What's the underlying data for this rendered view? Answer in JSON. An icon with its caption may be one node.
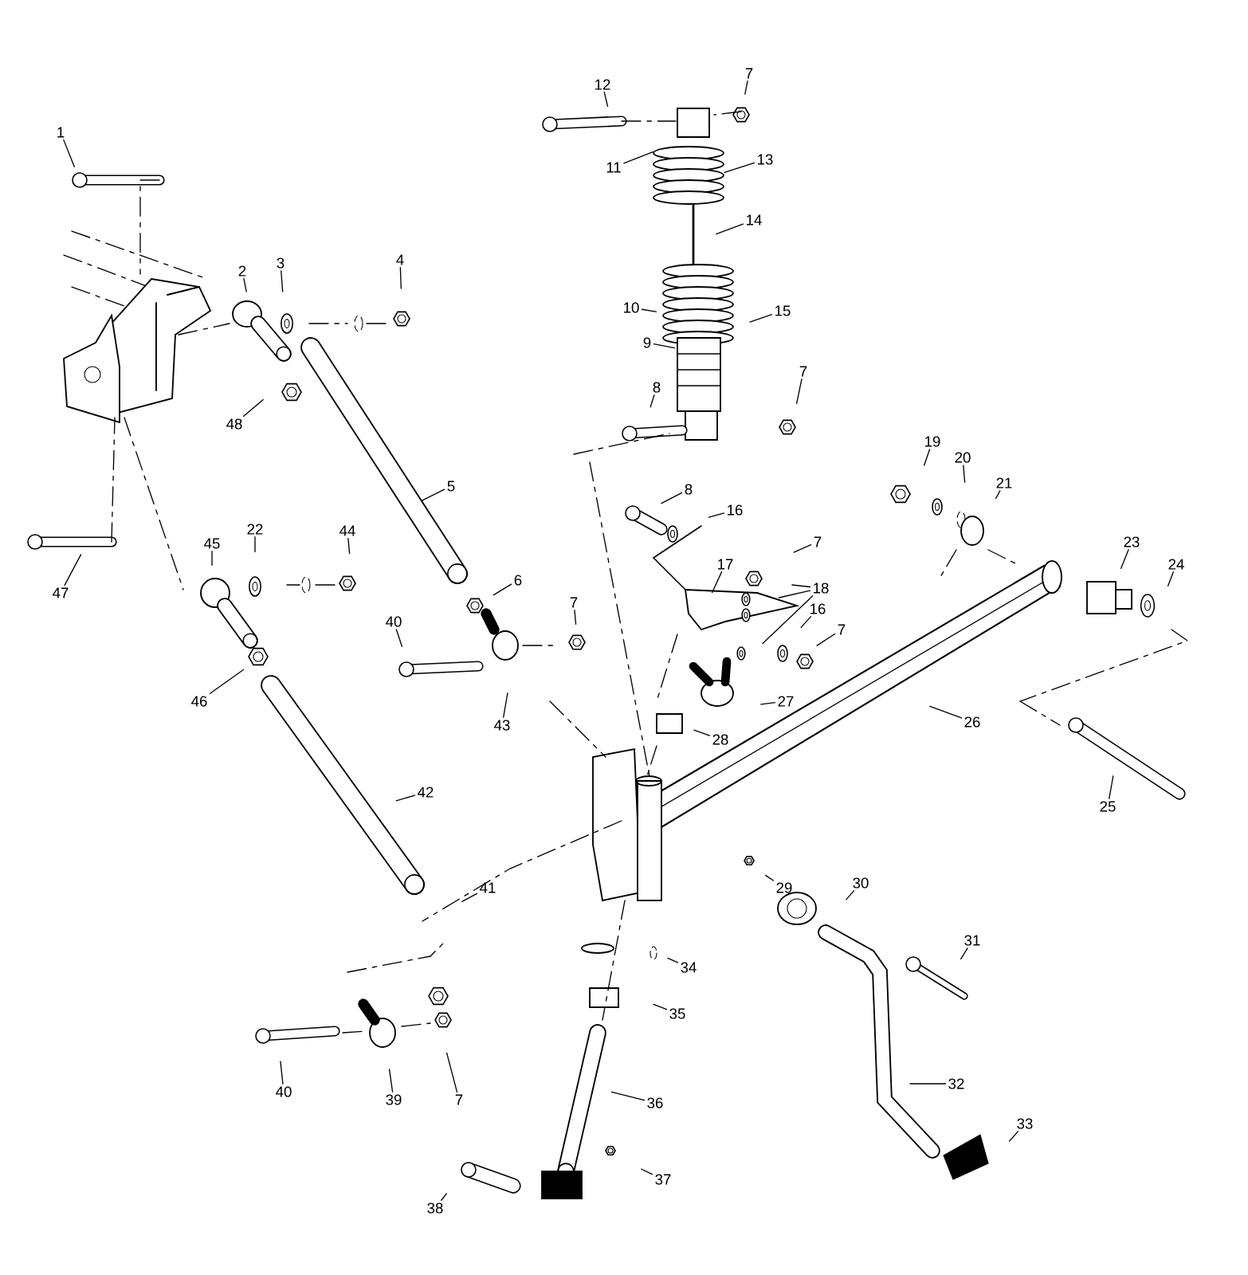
{
  "diagram": {
    "nodes": [
      {
        "text": [
          "1"
        ]
      },
      {
        "text": [
          "12"
        ]
      },
      {
        "text": [
          "7"
        ]
      },
      {
        "text": [
          "11"
        ]
      },
      {
        "text": [
          "13"
        ]
      },
      {
        "text": [
          "14"
        ]
      },
      {
        "text": [
          "10"
        ]
      },
      {
        "text": [
          "15"
        ]
      },
      {
        "text": [
          "9"
        ]
      },
      {
        "text": [
          "8"
        ]
      },
      {
        "text": [
          "7"
        ]
      },
      {
        "text": [
          "2"
        ]
      },
      {
        "text": [
          "3"
        ]
      },
      {
        "text": [
          "4"
        ]
      },
      {
        "text": [
          "48"
        ]
      },
      {
        "text": [
          "5"
        ]
      },
      {
        "text": [
          "19"
        ]
      },
      {
        "text": [
          "20"
        ]
      },
      {
        "text": [
          "21"
        ]
      },
      {
        "text": [
          "8"
        ]
      },
      {
        "text": [
          "16"
        ]
      },
      {
        "text": [
          "7"
        ]
      },
      {
        "text": [
          "17"
        ]
      },
      {
        "text": [
          "18"
        ]
      },
      {
        "text": [
          "16"
        ]
      },
      {
        "text": [
          "7"
        ]
      },
      {
        "text": [
          "22"
        ]
      },
      {
        "text": [
          "44"
        ]
      },
      {
        "text": [
          "45"
        ]
      },
      {
        "text": [
          "47"
        ]
      },
      {
        "text": [
          "6"
        ]
      },
      {
        "text": [
          "40"
        ]
      },
      {
        "text": [
          "7"
        ]
      },
      {
        "text": [
          "46"
        ]
      },
      {
        "text": [
          "43"
        ]
      },
      {
        "text": [
          "23"
        ]
      },
      {
        "text": [
          "24"
        ]
      },
      {
        "text": [
          "26"
        ]
      },
      {
        "text": [
          "27"
        ]
      },
      {
        "text": [
          "28"
        ]
      },
      {
        "text": [
          "25"
        ]
      },
      {
        "text": [
          "42"
        ]
      },
      {
        "text": [
          "29"
        ]
      },
      {
        "text": [
          "30"
        ]
      },
      {
        "text": [
          "31"
        ]
      },
      {
        "text": [
          "41"
        ]
      },
      {
        "text": [
          "34"
        ]
      },
      {
        "text": [
          "35"
        ]
      },
      {
        "text": [
          "7"
        ]
      },
      {
        "text": [
          "40"
        ]
      },
      {
        "text": [
          "39"
        ]
      },
      {
        "text": [
          "32"
        ]
      },
      {
        "text": [
          "33"
        ]
      },
      {
        "text": [
          "36"
        ]
      },
      {
        "text": [
          "37"
        ]
      },
      {
        "text": [
          "38"
        ]
      }
    ],
    "edges": [
      {
        "from": 0,
        "to": null,
        "arrow": "none"
      },
      {
        "from": 1,
        "to": null,
        "arrow": "none"
      },
      {
        "from": 2,
        "to": null,
        "arrow": "none"
      },
      {
        "from": 3,
        "to": null,
        "arrow": "none"
      },
      {
        "from": 4,
        "to": null,
        "arrow": "none"
      },
      {
        "from": 5,
        "to": null,
        "arrow": "none"
      },
      {
        "from": 6,
        "to": null,
        "arrow": "none"
      },
      {
        "from": 7,
        "to": null,
        "arrow": "none"
      },
      {
        "from": 8,
        "to": null,
        "arrow": "none"
      },
      {
        "from": 9,
        "to": null,
        "arrow": "none"
      },
      {
        "from": 10,
        "to": null,
        "arrow": "none"
      },
      {
        "from": 11,
        "to": null,
        "arrow": "none"
      },
      {
        "from": 12,
        "to": null,
        "arrow": "none"
      },
      {
        "from": 13,
        "to": null,
        "arrow": "none"
      },
      {
        "from": 14,
        "to": null,
        "arrow": "none"
      },
      {
        "from": 15,
        "to": null,
        "arrow": "none"
      },
      {
        "from": 16,
        "to": null,
        "arrow": "none"
      },
      {
        "from": 17,
        "to": null,
        "arrow": "none"
      },
      {
        "from": 18,
        "to": null,
        "arrow": "none"
      },
      {
        "from": 19,
        "to": null,
        "arrow": "none"
      },
      {
        "from": 20,
        "to": null,
        "arrow": "none"
      },
      {
        "from": 21,
        "to": null,
        "arrow": "none"
      },
      {
        "from": 22,
        "to": null,
        "arrow": "none"
      },
      {
        "from": 23,
        "to": null,
        "arrow": "none"
      },
      {
        "from": 23,
        "to": null,
        "arrow": "none"
      },
      {
        "from": 23,
        "to": null,
        "arrow": "none"
      },
      {
        "from": 24,
        "to": null,
        "arrow": "none"
      },
      {
        "from": 25,
        "to": null,
        "arrow": "none"
      },
      {
        "from": 26,
        "to": null,
        "arrow": "none"
      },
      {
        "from": 27,
        "to": null,
        "arrow": "none"
      },
      {
        "from": 28,
        "to": null,
        "arrow": "none"
      },
      {
        "from": 29,
        "to": null,
        "arrow": "none"
      },
      {
        "from": 30,
        "to": null,
        "arrow": "none"
      },
      {
        "from": 31,
        "to": null,
        "arrow": "none"
      },
      {
        "from": 32,
        "to": null,
        "arrow": "none"
      },
      {
        "from": 33,
        "to": null,
        "arrow": "none"
      },
      {
        "from": 34,
        "to": null,
        "arrow": "none"
      },
      {
        "from": 35,
        "to": null,
        "arrow": "none"
      },
      {
        "from": 36,
        "to": null,
        "arrow": "none"
      },
      {
        "from": 37,
        "to": null,
        "arrow": "none"
      },
      {
        "from": 38,
        "to": null,
        "arrow": "none"
      },
      {
        "from": 39,
        "to": null,
        "arrow": "none"
      },
      {
        "from": 40,
        "to": null,
        "arrow": "none"
      },
      {
        "from": 41,
        "to": null,
        "arrow": "none"
      },
      {
        "from": 42,
        "to": null,
        "arrow": "none"
      },
      {
        "from": 43,
        "to": null,
        "arrow": "none"
      },
      {
        "from": 44,
        "to": null,
        "arrow": "none"
      },
      {
        "from": 45,
        "to": null,
        "arrow": "none"
      },
      {
        "from": 46,
        "to": null,
        "arrow": "none"
      },
      {
        "from": 47,
        "to": null,
        "arrow": "none"
      },
      {
        "from": 48,
        "to": null,
        "arrow": "none"
      },
      {
        "from": 49,
        "to": null,
        "arrow": "none"
      },
      {
        "from": 50,
        "to": null,
        "arrow": "none"
      },
      {
        "from": 51,
        "to": null,
        "arrow": "none"
      },
      {
        "from": 52,
        "to": null,
        "arrow": "none"
      },
      {
        "from": 53,
        "to": null,
        "arrow": "none"
      },
      {
        "from": 54,
        "to": null,
        "arrow": "none"
      },
      {
        "from": 55,
        "to": null,
        "arrow": "none"
      }
    ]
  }
}
